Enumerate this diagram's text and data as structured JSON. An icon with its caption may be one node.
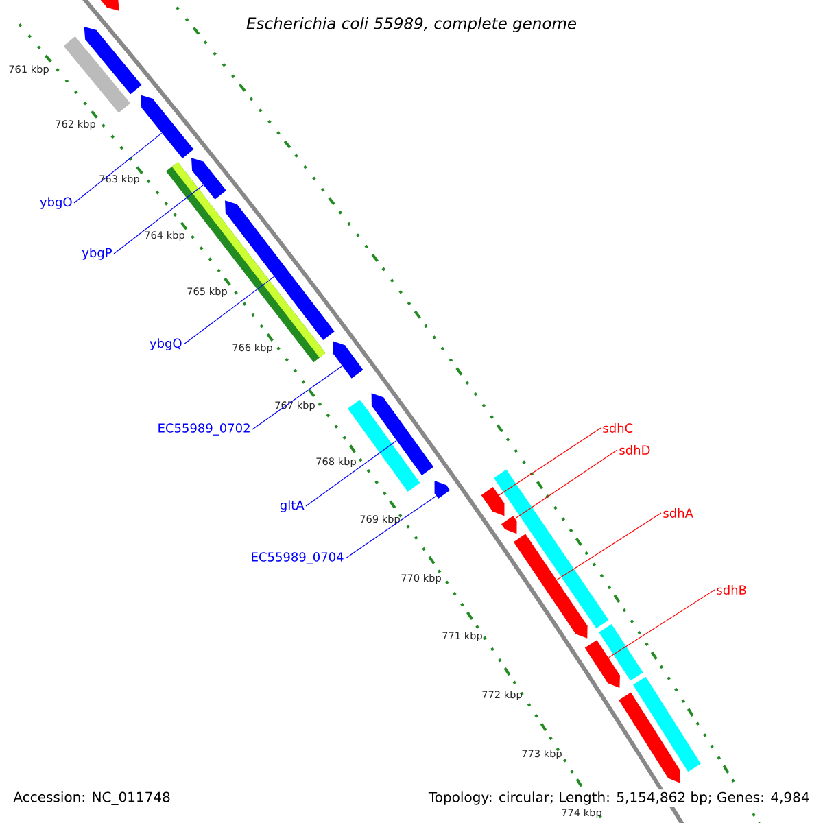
{
  "diagram": {
    "title": "Escherichia coli 55989, complete genome",
    "nodes": [
      {
        "text": [
          "ybgO"
        ]
      },
      {
        "text": [
          "ybgP"
        ]
      },
      {
        "text": [
          "ybgQ"
        ]
      },
      {
        "text": [
          "EC55989_0702"
        ]
      },
      {
        "text": [
          "gltA"
        ]
      },
      {
        "text": [
          "EC55989_0704"
        ]
      },
      {
        "text": [
          "sdhC"
        ]
      },
      {
        "text": [
          "sdhD"
        ]
      },
      {
        "text": [
          "sdhA"
        ]
      },
      {
        "text": [
          "sdhB"
        ]
      },
      {
        "text": [],
        "shape": "pentagon"
      },
      {
        "text": [],
        "shape": "bar"
      },
      {
        "text": [],
        "shape": "pentagon"
      },
      {
        "text": [],
        "shape": "pentagon"
      },
      {
        "text": [],
        "shape": "bar"
      },
      {
        "text": [],
        "shape": "pentagon"
      },
      {
        "text": [],
        "shape": "pentagon"
      },
      {
        "text": [],
        "shape": "pentagon"
      },
      {
        "text": [],
        "shape": "bar"
      },
      {
        "text": [],
        "shape": "pentagon"
      },
      {
        "text": [],
        "shape": "pentagon"
      },
      {
        "text": [],
        "shape": "bar"
      },
      {
        "text": [],
        "shape": "pentagon"
      },
      {
        "text": [],
        "shape": "pentagon"
      },
      {
        "text": [],
        "shape": "pentagon"
      },
      {
        "text": [],
        "shape": "bar"
      },
      {
        "text": [],
        "shape": "pentagon"
      },
      {
        "text": [],
        "shape": "bar"
      },
      {
        "text": [],
        "shape": "pentagon"
      }
    ],
    "edges": [
      {
        "from": 0,
        "to": 13,
        "arrow": "none"
      },
      {
        "from": 1,
        "to": 15,
        "arrow": "none"
      },
      {
        "from": 2,
        "to": 16,
        "arrow": "none"
      },
      {
        "from": 3,
        "to": 17,
        "arrow": "none"
      },
      {
        "from": 4,
        "to": 19,
        "arrow": "none"
      },
      {
        "from": 5,
        "to": 20,
        "arrow": "none"
      },
      {
        "from": 6,
        "to": 22,
        "arrow": "none",
        "color": "#ff0000"
      },
      {
        "from": 7,
        "to": 23,
        "arrow": "none",
        "color": "#ff0000"
      },
      {
        "from": 8,
        "to": 24,
        "arrow": "none",
        "color": "#ff0000"
      },
      {
        "from": 9,
        "to": 26,
        "arrow": "none",
        "color": "#ff0000"
      }
    ],
    "labels": [
      "761 kbp",
      "762 kbp",
      "763 kbp",
      "764 kbp",
      "765 kbp",
      "766 kbp",
      "767 kbp",
      "768 kbp",
      "769 kbp",
      "770 kbp",
      "771 kbp",
      "772 kbp",
      "773 kbp",
      "774 kbp",
      "Accession: NC_011748",
      "Topology: circular; Length: 5,154,862 bp; Genes: 4,984"
    ]
  }
}
